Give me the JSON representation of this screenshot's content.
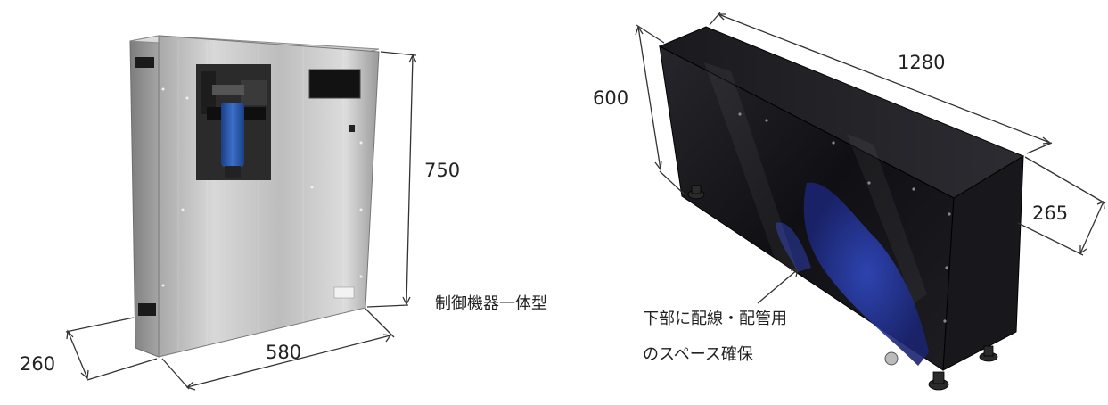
{
  "left_unit": {
    "height": "750",
    "width": "580",
    "depth": "260",
    "caption": "制御機器一体型"
  },
  "right_unit": {
    "height": "600",
    "length": "1280",
    "depth": "265",
    "note_line1": "下部に配線・配管用",
    "note_line2": "のスペース確保"
  },
  "colors": {
    "steel_light": "#c9c9c9",
    "steel_dark": "#8e8e8e",
    "filter_blue": "#2a5aa8",
    "black_panel": "#141418",
    "reflection_blue": "#2236a0",
    "dimension_line": "#333333"
  }
}
